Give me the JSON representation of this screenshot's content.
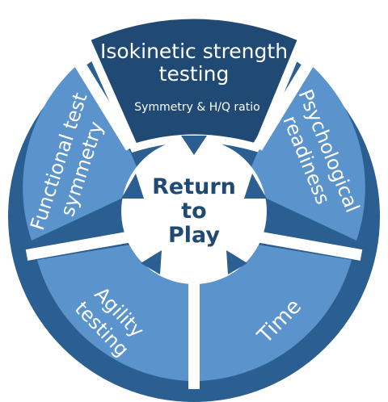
{
  "center": {
    "lines": [
      "Return",
      "to",
      "Play"
    ]
  },
  "segments": [
    {
      "id": "isokinetic",
      "lines": [
        "Isokinetic strength",
        "testing"
      ],
      "sub": "Symmetry & H/Q ratio"
    },
    {
      "id": "psychological",
      "lines": [
        "Psychological",
        "readiness"
      ]
    },
    {
      "id": "time",
      "lines": [
        "Time"
      ]
    },
    {
      "id": "agility",
      "lines": [
        "Agility",
        "testing"
      ]
    },
    {
      "id": "functional",
      "lines": [
        "Functional test",
        "symmetry"
      ]
    }
  ],
  "colors": {
    "ring": "#2b5f91",
    "segment": "#5b93cc",
    "highlight": "#204a73",
    "center_text": "#1f4a74",
    "arrow": "#2b5f91"
  }
}
